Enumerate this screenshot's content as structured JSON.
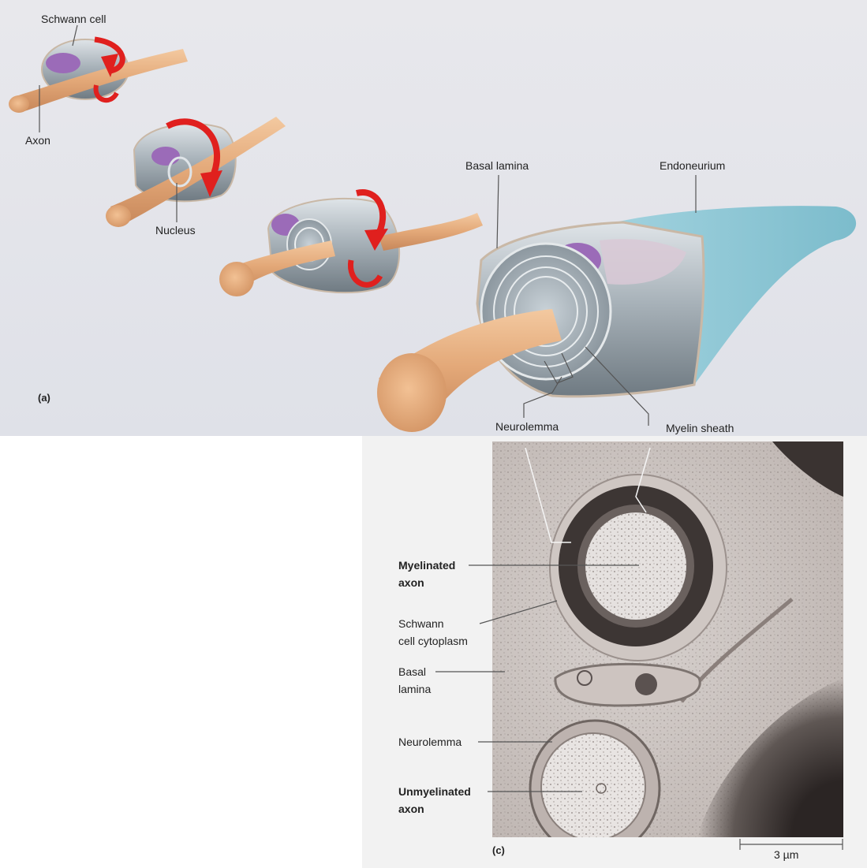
{
  "panel_a": {
    "tag": "(a)",
    "labels": {
      "schwann_cell": "Schwann cell",
      "axon": "Axon",
      "nucleus": "Nucleus",
      "basal_lamina": "Basal lamina",
      "endoneurium": "Endoneurium",
      "neurolemma": "Neurolemma",
      "myelin_sheath": "Myelin sheath"
    }
  },
  "panel_c": {
    "tag": "(c)",
    "labels": {
      "myelinated_1": "Myelinated",
      "myelinated_2": "axon",
      "schwann_1": "Schwann",
      "schwann_2": "cell cytoplasm",
      "basal_1": "Basal",
      "basal_2": "lamina",
      "neurolemma": "Neurolemma",
      "unmyelinated_1": "Unmyelinated",
      "unmyelinated_2": "axon"
    },
    "scale_bar": "3 µm"
  },
  "colors": {
    "axon": "#e3a878",
    "arrow": "#e0201e",
    "nucleus": "#9b6bb8",
    "endoneurium": "#8fc8d6",
    "sheath": "#a9b3ba"
  }
}
